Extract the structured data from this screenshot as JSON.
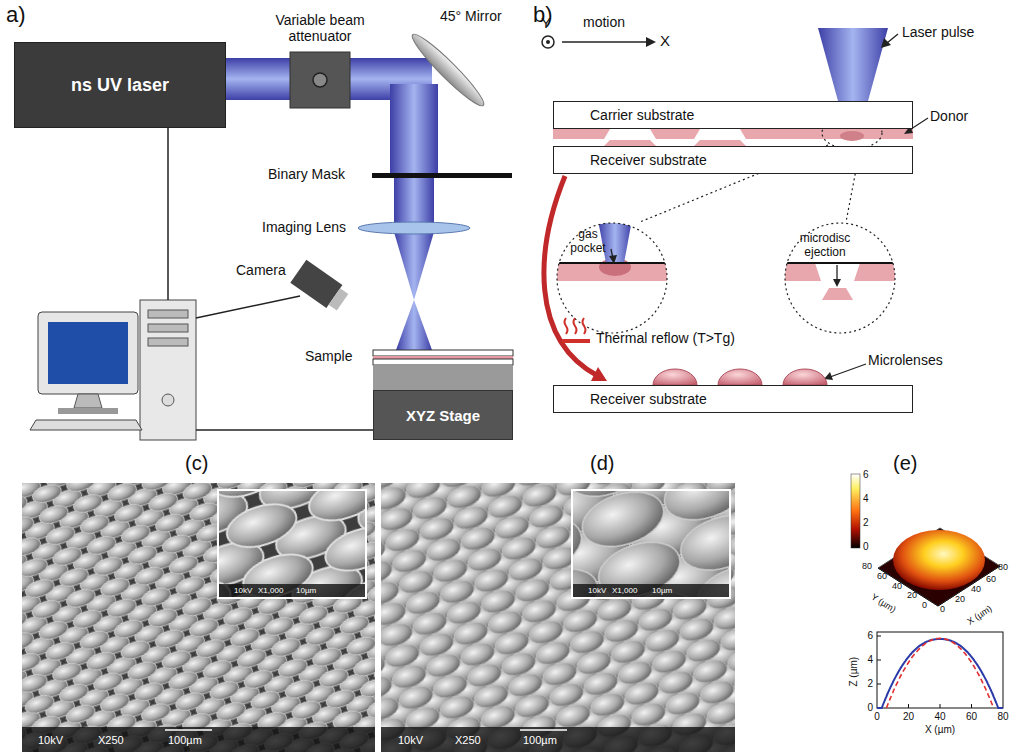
{
  "diagram": {
    "nodes": [
      {
        "text": [
          "ns UV laser"
        ]
      },
      {
        "text": [
          "XYZ Stage"
        ]
      },
      {
        "text": [
          "Carrier substrate"
        ]
      },
      {
        "text": [
          "Receiver substrate"
        ]
      },
      {
        "text": [
          "Receiver substrate"
        ]
      }
    ],
    "labels": [
      "a)",
      "Variable beam attenuator",
      "45° Mirror",
      "Binary Mask",
      "Imaging Lens",
      "Camera",
      "Sample",
      "b)",
      "Y",
      "motion",
      "X",
      "Laser pulse",
      "Donor",
      "gas pocket",
      "microdisc ejection",
      "Thermal reflow (T>Tg)",
      "Microlenses",
      "(c)",
      "(d)",
      "(e)",
      "10kV",
      "X250",
      "100µm",
      "10kV",
      "X1,000",
      "10µm",
      "10kV",
      "X250",
      "100µm",
      "10kV",
      "X1,000",
      "10µm",
      "6",
      "4",
      "2",
      "0",
      "80",
      "60",
      "40",
      "20",
      "0",
      "Y (µm)",
      "0",
      "20",
      "40",
      "60",
      "80",
      "X (µm)",
      "6",
      "4",
      "2",
      "0",
      "Z (µm)",
      "0",
      "20",
      "40",
      "60",
      "80",
      "X (µm)"
    ]
  }
}
